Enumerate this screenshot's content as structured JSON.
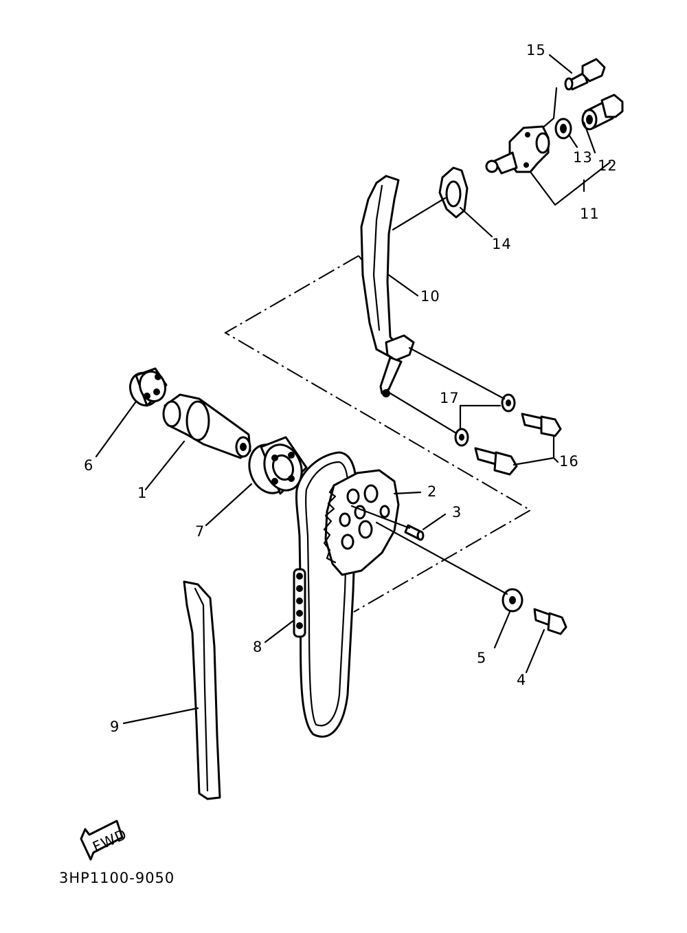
{
  "callouts": {
    "c1": "1",
    "c2": "2",
    "c3": "3",
    "c4": "4",
    "c5": "5",
    "c6": "6",
    "c7": "7",
    "c8": "8",
    "c9": "9",
    "c10": "10",
    "c11": "11",
    "c12": "12",
    "c13": "13",
    "c14": "14",
    "c15": "15",
    "c16": "16",
    "c17": "17"
  },
  "fwd_label": "FWD",
  "diagram_code": "3HP1100-9050"
}
